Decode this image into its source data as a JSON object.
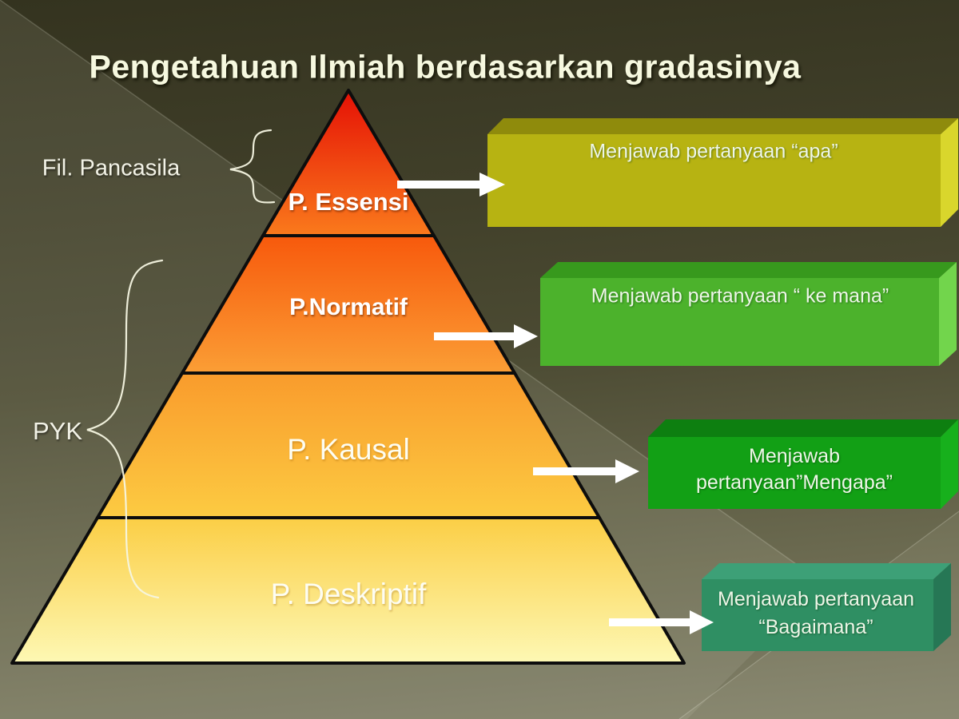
{
  "slide": {
    "title": "Pengetahuan Ilmiah berdasarkan gradasinya"
  },
  "colors": {
    "background_top": "#34331f",
    "background_bottom": "#82816a",
    "pyramid_outline": "#0d0d0d",
    "arrow": "#ffffff",
    "brace": "#f0efdd",
    "title_text": "#f6f8df",
    "label_text": "#ffffff"
  },
  "left_labels": {
    "fil_pancasila": "Fil. Pancasila",
    "pyk": "PYK"
  },
  "pyramid": {
    "levels": [
      {
        "label": "P. Essensi",
        "color_top": "#e51005",
        "color_bottom": "#fa7a1c"
      },
      {
        "label": "P.Normatif",
        "color_top": "#f7590c",
        "color_bottom": "#fb9e35"
      },
      {
        "label": "P. Kausal",
        "color_top": "#f99b2c",
        "color_bottom": "#fccb42"
      },
      {
        "label": "P. Deskriptif",
        "color_top": "#fbce45",
        "color_bottom": "#fdf8b4"
      }
    ]
  },
  "callouts": [
    {
      "lines": [
        "Menjawab pertanyaan “apa”",
        ""
      ],
      "face": "#b7b312",
      "top": "#8f8b0c",
      "side": "#d9d62c"
    },
    {
      "lines": [
        "Menjawab pertanyaan “ ke mana”",
        ""
      ],
      "face": "#4cb22c",
      "top": "#37991d",
      "side": "#72d54c"
    },
    {
      "lines": [
        "Menjawab",
        "pertanyaan”Mengapa”"
      ],
      "face": "#12a015",
      "top": "#0d7f10",
      "side": "#17b01c"
    },
    {
      "lines": [
        "Menjawab pertanyaan",
        "“Bagaimana”"
      ],
      "face": "#2f8f63",
      "top": "#3da077",
      "side": "#267755"
    }
  ]
}
